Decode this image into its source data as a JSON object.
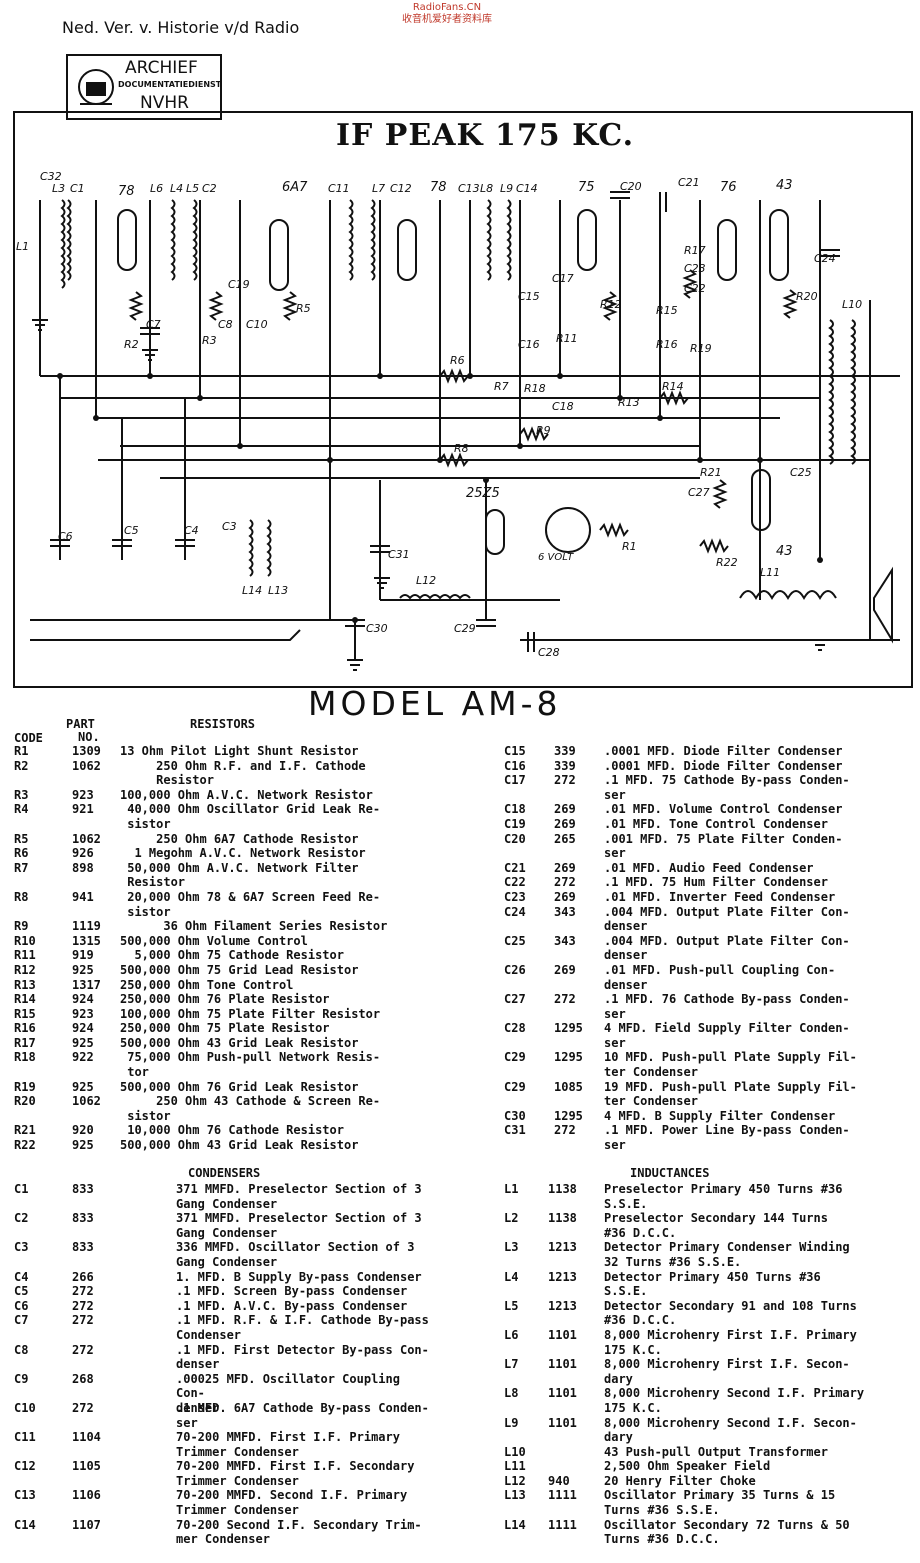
{
  "header": {
    "left": "Ned. Ver. v. Historie v/d Radio",
    "right_line1": "RadioFans.CN",
    "right_line2": "收音机爱好者资料库"
  },
  "stamp": {
    "line1": "ARCHIEF",
    "line2": "DOCUMENTATIEDIENST",
    "line3": "NVHR"
  },
  "schematic": {
    "title": "IF PEAK 175 KC.",
    "tube_labels": [
      "78",
      "6A7",
      "78",
      "75",
      "76",
      "43",
      "43",
      "25Z5"
    ],
    "component_labels": [
      "C32",
      "L3",
      "C1",
      "L1",
      "L4",
      "L5",
      "C2",
      "L6",
      "L7",
      "C11",
      "C12",
      "C13",
      "L8",
      "L9",
      "C14",
      "C20",
      "C21",
      "C24",
      "L10",
      "C7",
      "R2",
      "R3",
      "C8",
      "C10",
      "R5",
      "C19",
      "C15",
      "C17",
      "C16",
      "R11",
      "C18",
      "R12",
      "R13",
      "R16",
      "R15",
      "R17",
      "R19",
      "C23",
      "C22",
      "R20",
      "R6",
      "R7",
      "R18",
      "R14",
      "R9",
      "R8",
      "C6",
      "C5",
      "C4",
      "C3",
      "L14",
      "L13",
      "C31",
      "L12",
      "C30",
      "C29",
      "C28",
      "C27",
      "R21",
      "C25",
      "R22",
      "L11",
      "R1",
      "6 VOLT"
    ]
  },
  "model": "MODEL AM-8",
  "columns": {
    "code": "CODE",
    "part_line1": "PART",
    "part_line2": "NO.",
    "resistors": "RESISTORS",
    "condensers": "CONDENSERS",
    "inductances": "INDUCTANCES"
  },
  "left_rows": [
    {
      "code": "R1",
      "part": "1309",
      "desc": "13 Ohm Pilot Light Shunt Resistor"
    },
    {
      "code": "R2",
      "part": "1062",
      "desc": "     250 Ohm R.F. and I.F. Cathode\n     Resistor"
    },
    {
      "code": "R3",
      "part": "923",
      "desc": "100,000 Ohm A.V.C. Network Resistor"
    },
    {
      "code": "R4",
      "part": "921",
      "desc": " 40,000 Ohm Oscillator Grid Leak Re-\n sistor"
    },
    {
      "code": "R5",
      "part": "1062",
      "desc": "     250 Ohm 6A7 Cathode Resistor"
    },
    {
      "code": "R6",
      "part": "926",
      "desc": "  1 Megohm A.V.C. Network Resistor"
    },
    {
      "code": "R7",
      "part": "898",
      "desc": " 50,000 Ohm A.V.C. Network Filter\n Resistor"
    },
    {
      "code": "R8",
      "part": "941",
      "desc": " 20,000 Ohm 78 & 6A7 Screen Feed Re-\n sistor"
    },
    {
      "code": "R9",
      "part": "1119",
      "desc": "      36 Ohm Filament Series Resistor"
    },
    {
      "code": "R10",
      "part": "1315",
      "desc": "500,000 Ohm Volume Control"
    },
    {
      "code": "R11",
      "part": "919",
      "desc": "  5,000 Ohm 75 Cathode Resistor"
    },
    {
      "code": "R12",
      "part": "925",
      "desc": "500,000 Ohm 75 Grid Lead Resistor"
    },
    {
      "code": "R13",
      "part": "1317",
      "desc": "250,000 Ohm Tone Control"
    },
    {
      "code": "R14",
      "part": "924",
      "desc": "250,000 Ohm 76 Plate Resistor"
    },
    {
      "code": "R15",
      "part": "923",
      "desc": "100,000 Ohm 75 Plate Filter Resistor"
    },
    {
      "code": "R16",
      "part": "924",
      "desc": "250,000 Ohm 75 Plate Resistor"
    },
    {
      "code": "R17",
      "part": "925",
      "desc": "500,000 Ohm 43 Grid Leak Resistor"
    },
    {
      "code": "R18",
      "part": "922",
      "desc": " 75,000 Ohm Push-pull Network Resis-\n tor"
    },
    {
      "code": "R19",
      "part": "925",
      "desc": "500,000 Ohm 76 Grid Leak Resistor"
    },
    {
      "code": "R20",
      "part": "1062",
      "desc": "     250 Ohm 43 Cathode & Screen Re-\n sistor"
    },
    {
      "code": "R21",
      "part": "920",
      "desc": " 10,000 Ohm 76 Cathode Resistor"
    },
    {
      "code": "R22",
      "part": "925",
      "desc": "500,000 Ohm 43 Grid Leak Resistor"
    }
  ],
  "left_condensers": [
    {
      "code": "C1",
      "part": "833",
      "desc": "371 MMFD. Preselector Section of 3\nGang Condenser"
    },
    {
      "code": "C2",
      "part": "833",
      "desc": "371 MMFD. Preselector Section of 3\nGang Condenser"
    },
    {
      "code": "C3",
      "part": "833",
      "desc": "336 MMFD. Oscillator Section of 3\nGang Condenser"
    },
    {
      "code": "C4",
      "part": "266",
      "desc": "1. MFD. B Supply By-pass Condenser"
    },
    {
      "code": "C5",
      "part": "272",
      "desc": ".1 MFD. Screen By-pass Condenser"
    },
    {
      "code": "C6",
      "part": "272",
      "desc": ".1 MFD. A.V.C. By-pass Condenser"
    },
    {
      "code": "C7",
      "part": "272",
      "desc": ".1 MFD. R.F. & I.F. Cathode By-pass\nCondenser"
    },
    {
      "code": "C8",
      "part": "272",
      "desc": ".1 MFD. First Detector By-pass Con-\ndenser"
    },
    {
      "code": "C9",
      "part": "268",
      "desc": ".00025 MFD. Oscillator Coupling Con-\ndenser"
    },
    {
      "code": "C10",
      "part": "272",
      "desc": ".1 MFD. 6A7 Cathode By-pass Conden-\nser"
    },
    {
      "code": "C11",
      "part": "1104",
      "desc": "70-200 MMFD. First I.F. Primary\nTrimmer Condenser"
    },
    {
      "code": "C12",
      "part": "1105",
      "desc": "70-200 MMFD. First I.F. Secondary\nTrimmer Condenser"
    },
    {
      "code": "C13",
      "part": "1106",
      "desc": "70-200 MMFD. Second I.F. Primary\nTrimmer Condenser"
    },
    {
      "code": "C14",
      "part": "1107",
      "desc": "70-200 Second I.F. Secondary Trim-\nmer Condenser"
    }
  ],
  "right_condensers": [
    {
      "code": "C15",
      "part": "339",
      "desc": ".0001 MFD. Diode Filter Condenser"
    },
    {
      "code": "C16",
      "part": "339",
      "desc": ".0001 MFD. Diode Filter Condenser"
    },
    {
      "code": "C17",
      "part": "272",
      "desc": ".1 MFD. 75 Cathode By-pass Conden-\nser"
    },
    {
      "code": "C18",
      "part": "269",
      "desc": ".01 MFD. Volume Control Condenser"
    },
    {
      "code": "C19",
      "part": "269",
      "desc": ".01 MFD. Tone Control Condenser"
    },
    {
      "code": "C20",
      "part": "265",
      "desc": ".001 MFD. 75 Plate Filter Conden-\nser"
    },
    {
      "code": "C21",
      "part": "269",
      "desc": ".01 MFD. Audio Feed Condenser"
    },
    {
      "code": "C22",
      "part": "272",
      "desc": ".1 MFD. 75 Hum Filter Condenser"
    },
    {
      "code": "C23",
      "part": "269",
      "desc": ".01 MFD. Inverter Feed Condenser"
    },
    {
      "code": "C24",
      "part": "343",
      "desc": ".004 MFD. Output Plate Filter Con-\ndenser"
    },
    {
      "code": "C25",
      "part": "343",
      "desc": ".004 MFD. Output Plate Filter Con-\ndenser"
    },
    {
      "code": "C26",
      "part": "269",
      "desc": ".01 MFD. Push-pull Coupling Con-\ndenser"
    },
    {
      "code": "C27",
      "part": "272",
      "desc": ".1 MFD. 76 Cathode By-pass Conden-\nser"
    },
    {
      "code": "C28",
      "part": "1295",
      "desc": "4 MFD. Field Supply Filter Conden-\nser"
    },
    {
      "code": "C29",
      "part": "1295",
      "desc": "10 MFD. Push-pull Plate Supply Fil-\nter Condenser"
    },
    {
      "code": "C29",
      "part": "1085",
      "desc": "19 MFD. Push-pull Plate Supply Fil-\nter Condenser"
    },
    {
      "code": "C30",
      "part": "1295",
      "desc": "4 MFD. B Supply Filter Condenser"
    },
    {
      "code": "C31",
      "part": "272",
      "desc": ".1 MFD. Power Line By-pass Conden-\nser"
    }
  ],
  "inductances": [
    {
      "code": "L1",
      "part": "1138",
      "desc": "Preselector Primary 450 Turns #36\nS.S.E."
    },
    {
      "code": "L2",
      "part": "1138",
      "desc": "Preselector Secondary 144 Turns\n#36 D.C.C."
    },
    {
      "code": "L3",
      "part": "1213",
      "desc": "Detector Primary Condenser Winding\n32 Turns #36 S.S.E."
    },
    {
      "code": "L4",
      "part": "1213",
      "desc": "Detector Primary 450 Turns #36\nS.S.E."
    },
    {
      "code": "L5",
      "part": "1213",
      "desc": "Detector Secondary 91 and 108 Turns\n#36 D.C.C."
    },
    {
      "code": "L6",
      "part": "1101",
      "desc": "8,000 Microhenry First I.F. Primary\n175 K.C."
    },
    {
      "code": "L7",
      "part": "1101",
      "desc": "8,000 Microhenry First I.F. Secon-\ndary"
    },
    {
      "code": "L8",
      "part": "1101",
      "desc": "8,000 Microhenry Second I.F. Primary\n175 K.C."
    },
    {
      "code": "L9",
      "part": "1101",
      "desc": "8,000 Microhenry Second I.F. Secon-\ndary"
    },
    {
      "code": "L10",
      "part": "",
      "desc": "43 Push-pull Output Transformer"
    },
    {
      "code": "L11",
      "part": "",
      "desc": "2,500 Ohm Speaker Field"
    },
    {
      "code": "L12",
      "part": "940",
      "desc": "20 Henry Filter Choke"
    },
    {
      "code": "L13",
      "part": "1111",
      "desc": "Oscillator Primary 35 Turns & 15\nTurns #36 S.S.E."
    },
    {
      "code": "L14",
      "part": "1111",
      "desc": "Oscillator Secondary 72 Turns & 50\nTurns #36 D.C.C."
    }
  ]
}
